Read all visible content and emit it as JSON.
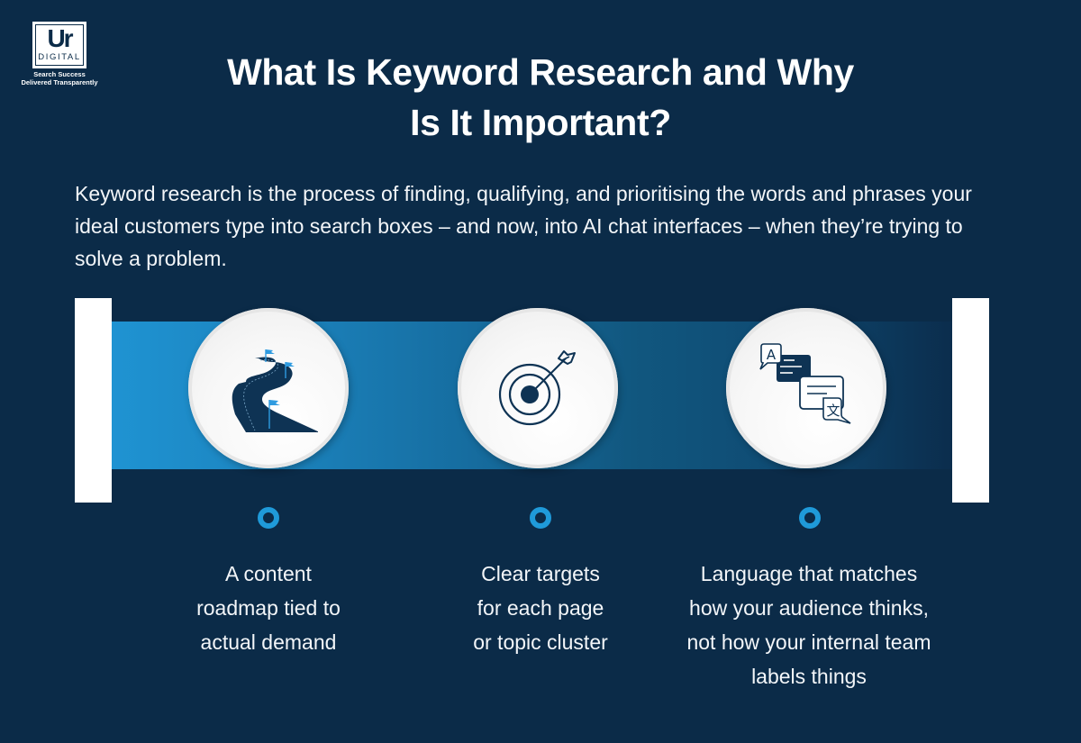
{
  "logo": {
    "mark": "Ur",
    "word": "DIGITAL",
    "tagline": [
      "Search Success",
      "Delivered Transparently"
    ]
  },
  "title": {
    "lines": [
      "What Is Keyword Research and Why",
      "Is It Important?"
    ]
  },
  "intro": {
    "text": "Keyword research is the process of finding, qualifying, and prioritising the words and phrases your ideal customers type into search boxes – and now, into AI chat interfaces – when they’re trying to solve a problem."
  },
  "colors": {
    "background": "#0b2b48",
    "accent_blue": "#1f9ad9",
    "icon_navy": "#0e3354",
    "flag_blue": "#2f9be0"
  },
  "items": [
    {
      "icon": "winding-road-flags-icon",
      "caption_lines": [
        "A content",
        "roadmap tied to",
        "actual demand"
      ]
    },
    {
      "icon": "target-arrow-icon",
      "caption_lines": [
        "Clear targets",
        "for each page",
        "or topic cluster"
      ]
    },
    {
      "icon": "translation-chat-icon",
      "icon_letters": [
        "A",
        "文"
      ],
      "caption_lines": [
        "Language that matches",
        "how your audience thinks,",
        "not how your internal team",
        "labels things"
      ]
    }
  ]
}
